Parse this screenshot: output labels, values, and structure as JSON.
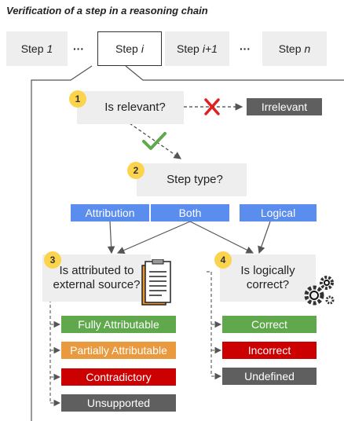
{
  "title": "Verification of a step in a reasoning chain",
  "steps": [
    {
      "prefix": "Step",
      "suffix": "1"
    },
    {
      "dots": "···"
    },
    {
      "prefix": "Step",
      "suffix": "i"
    },
    {
      "prefix": "Step",
      "suffix": "i+1"
    },
    {
      "dots": "···"
    },
    {
      "prefix": "Step",
      "suffix": "n"
    }
  ],
  "q1": {
    "badge": "1",
    "text": "Is relevant?",
    "reject": "Irrelevant"
  },
  "q2": {
    "badge": "2",
    "text": "Step type?"
  },
  "types": [
    "Attribution",
    "Both",
    "Logical"
  ],
  "q3": {
    "badge": "3",
    "line1": "Is attributed to",
    "line2": "external source?",
    "outcomes": [
      "Fully Attributable",
      "Partially Attributable",
      "Contradictory",
      "Unsupported"
    ]
  },
  "q4": {
    "badge": "4",
    "line1": "Is logically",
    "line2": "correct?",
    "outcomes": [
      "Correct",
      "Incorrect",
      "Undefined"
    ]
  },
  "icons": {
    "reject": "red-x-icon",
    "accept": "green-check-icon",
    "doc": "document-icon",
    "gears": "gears-icon"
  },
  "colors": {
    "green": "#5fa84b",
    "orange": "#ea9a3e",
    "red": "#cc0000",
    "gray": "#5f5f5f",
    "blue": "#5b8def",
    "badge": "#fcd34d"
  }
}
